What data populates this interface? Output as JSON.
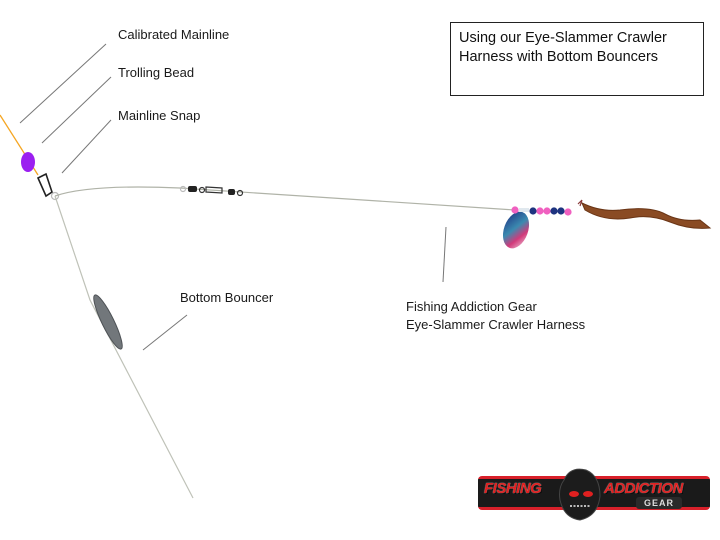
{
  "title_box": {
    "line1": "Using our Eye-Slammer Crawler",
    "line2": "Harness with Bottom Bouncers"
  },
  "labels": {
    "calibrated_mainline": "Calibrated Mainline",
    "trolling_bead": "Trolling Bead",
    "mainline_snap": "Mainline Snap",
    "bottom_bouncer": "Bottom Bouncer",
    "harness_line1": "Fishing Addiction Gear",
    "harness_line2": "Eye-Slammer Crawler Harness"
  },
  "logo": {
    "left_text": "FISHING",
    "right_text": "ADDICTION",
    "sub_text": "GEAR"
  },
  "colors": {
    "mainline": "#f5a623",
    "bead": "#9b1ff0",
    "leader": "#b8bbb0",
    "bouncer_weight": "#6f7478",
    "worm": "#8a4b24",
    "logo_red": "#d8202a"
  }
}
